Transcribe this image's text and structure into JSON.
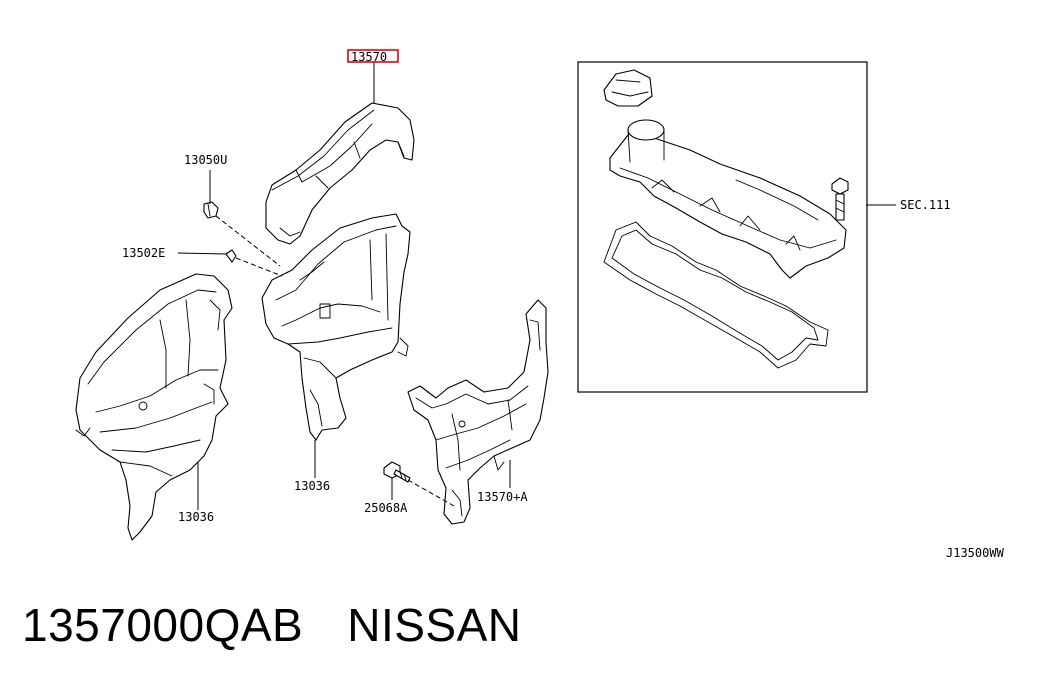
{
  "labels": {
    "top_cover": "13570",
    "clip": "13050U",
    "grommet": "13502E",
    "front_cover_left": "13036",
    "front_cover_mid": "13036",
    "bolt": "25068A",
    "rear_cover": "13570+A",
    "sec_ref": "SEC.111",
    "diagram_code": "J13500WW"
  },
  "caption": {
    "part_number": "1357000QAB",
    "brand": "NISSAN"
  },
  "colors": {
    "highlight": "#e8000b",
    "line": "#000000"
  }
}
